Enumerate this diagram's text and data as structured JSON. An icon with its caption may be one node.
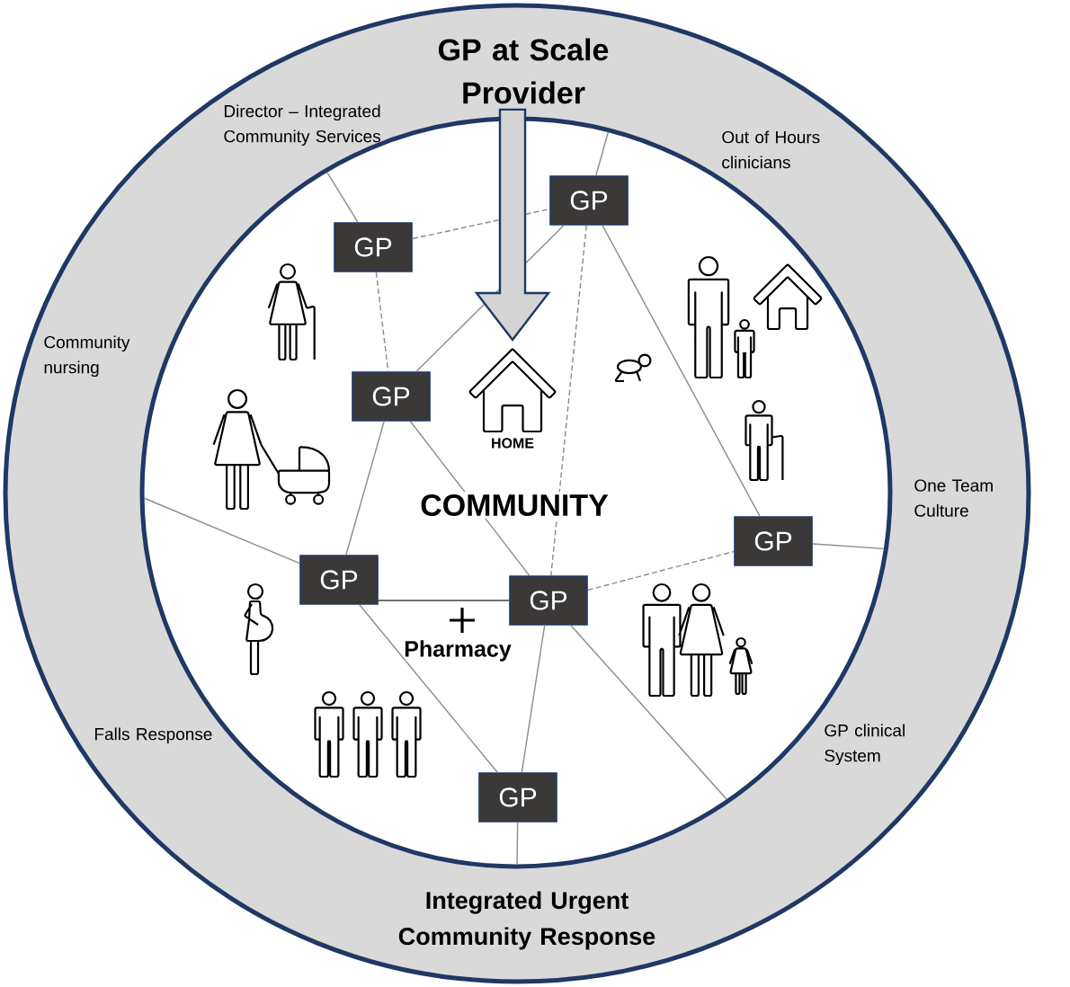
{
  "diagram": {
    "nodes": [
      {
        "text": [],
        "shape": "circle"
      },
      {
        "text": [
          "GP at Scale Provider"
        ],
        "in": 0
      },
      {
        "text": [],
        "shape": "circle",
        "in": 0
      },
      {
        "text": [
          "GP"
        ],
        "in": 2
      },
      {
        "text": [
          "GP"
        ],
        "in": 2
      },
      {
        "text": [
          "HOME"
        ],
        "in": 2
      },
      {
        "text": [
          "GP"
        ],
        "in": 2
      },
      {
        "text": [
          "GP"
        ],
        "in": 2
      },
      {
        "text": [
          "GP"
        ],
        "in": 2
      },
      {
        "text": [
          "GP"
        ],
        "in": 2
      },
      {
        "text": [
          "GP"
        ],
        "in": 2
      }
    ],
    "edges": [
      {
        "from": 1,
        "to": 5,
        "arrow": "to",
        "style": "thick"
      },
      {
        "from": 4,
        "to": 3,
        "arrow": "none",
        "style": "dashed"
      },
      {
        "from": 4,
        "to": 6,
        "arrow": "none",
        "style": "dashed"
      },
      {
        "from": 3,
        "to": 6,
        "arrow": "none"
      },
      {
        "from": 3,
        "to": 9,
        "arrow": "none",
        "style": "dashed"
      },
      {
        "from": 3,
        "to": 7,
        "arrow": "none"
      },
      {
        "from": 6,
        "to": 9,
        "arrow": "none"
      },
      {
        "from": 6,
        "to": 8,
        "arrow": "none"
      },
      {
        "from": 8,
        "to": 9,
        "arrow": "none",
        "color": "#404040"
      },
      {
        "from": 8,
        "to": 10,
        "arrow": "none"
      },
      {
        "from": 9,
        "to": 10,
        "arrow": "none"
      },
      {
        "from": 9,
        "to": 7,
        "arrow": "none",
        "style": "dashed"
      },
      {
        "from": 4,
        "to": null,
        "arrow": "none"
      },
      {
        "from": 3,
        "to": null,
        "arrow": "none"
      },
      {
        "from": 8,
        "to": null,
        "arrow": "none"
      },
      {
        "from": 7,
        "to": null,
        "arrow": "none"
      },
      {
        "from": 9,
        "to": null,
        "arrow": "none"
      },
      {
        "from": 10,
        "to": null,
        "arrow": "none"
      }
    ],
    "labels": [
      "Director – Integrated Community Services",
      "Out of Hours clinicians",
      "Community nursing",
      "One Team Culture",
      "COMMUNITY",
      "Pharmacy",
      "Falls Response",
      "GP clinical System",
      "Integrated Urgent Community Response"
    ]
  }
}
